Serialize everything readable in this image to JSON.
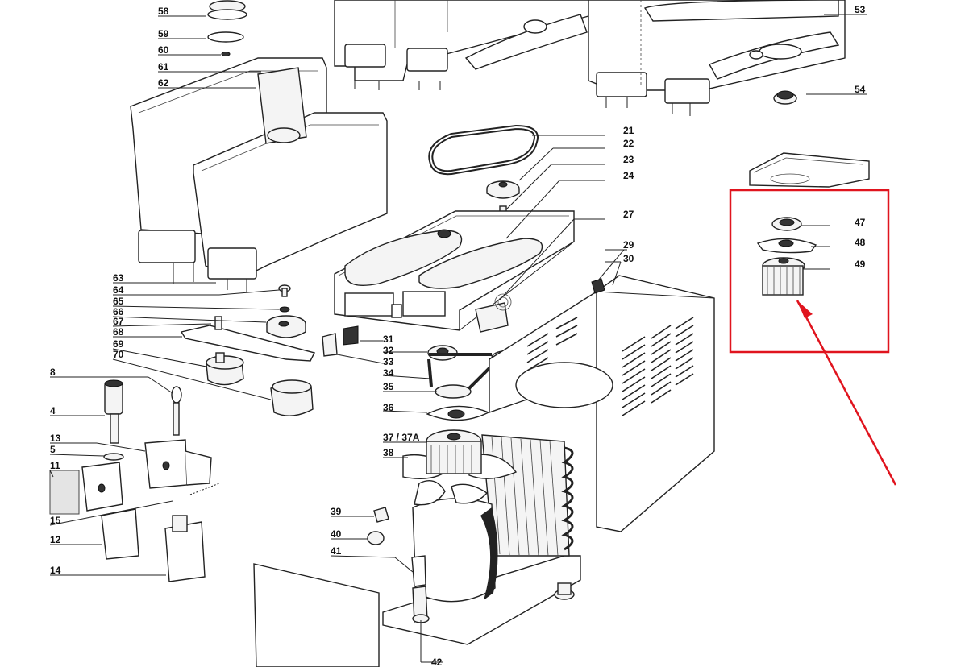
{
  "diagram": {
    "labels": {
      "p58": "58",
      "p59": "59",
      "p60": "60",
      "p61": "61",
      "p62": "62",
      "p63": "63",
      "p64": "64",
      "p65": "65",
      "p66": "66",
      "p67": "67",
      "p68": "68",
      "p69": "69",
      "p70": "70",
      "p8": "8",
      "p4": "4",
      "p13": "13",
      "p5": "5",
      "p11": "11",
      "p15": "15",
      "p12": "12",
      "p14": "14",
      "p21": "21",
      "p22": "22",
      "p23": "23",
      "p24": "24",
      "p27": "27",
      "p29": "29",
      "p30": "30",
      "p31": "31",
      "p32": "32",
      "p33": "33",
      "p34": "34",
      "p35": "35",
      "p36": "36",
      "p37": "37 / 37A",
      "p38": "38",
      "p39": "39",
      "p40": "40",
      "p41": "41",
      "p42": "42",
      "p47": "47",
      "p48": "48",
      "p49": "49",
      "p53": "53",
      "p54": "54"
    },
    "highlight": {
      "color": "#e0141e",
      "target_parts": [
        "47",
        "48",
        "49"
      ]
    }
  }
}
